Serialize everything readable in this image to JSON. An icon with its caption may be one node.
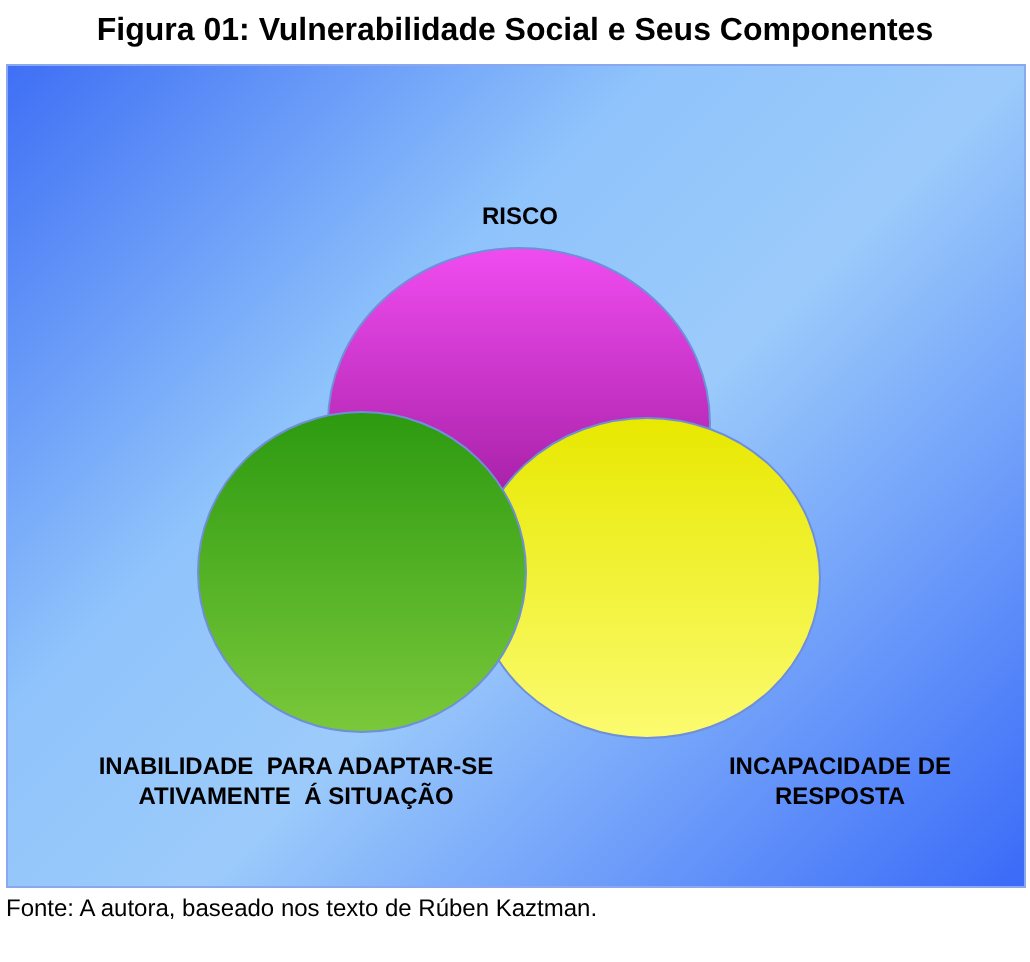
{
  "diagram": {
    "title": "Figura 01: Vulnerabilidade Social e Seus Componentes",
    "caption": "Fonte: A autora, baseado nos texto de Rúben Kaztman.",
    "nodes": [
      {
        "text": [
          "RISCO"
        ]
      },
      {
        "text": [
          "INABILIDADE  PARA ADAPTAR-SE ATIVAMENTE  Á SITUAÇÃO"
        ]
      },
      {
        "text": [
          "INCAPACIDADE DE RESPOSTA"
        ]
      }
    ],
    "edges": []
  }
}
